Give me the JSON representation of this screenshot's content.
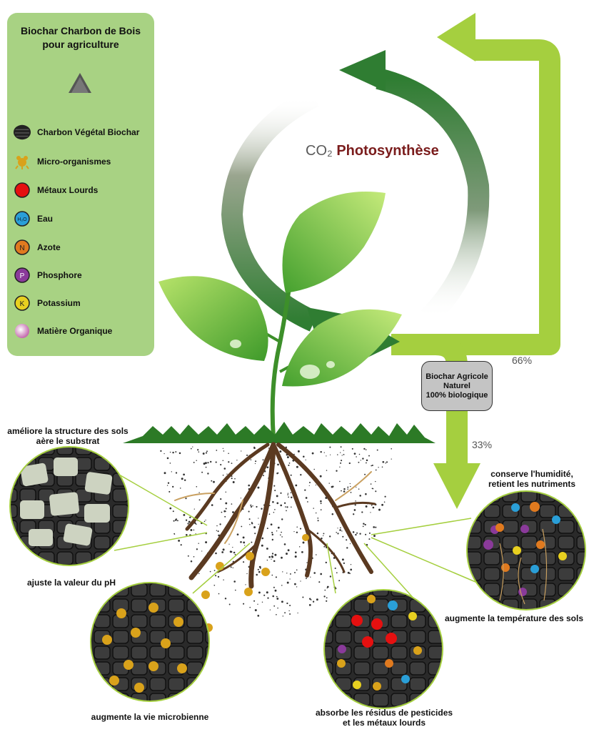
{
  "legend": {
    "title_line1": "Biochar Charbon de Bois",
    "title_line2": "pour agriculture",
    "items": [
      {
        "label": "Charbon Végétal Biochar",
        "icon": "charcoal-icon",
        "color": "#222222"
      },
      {
        "label": "Micro-organismes",
        "icon": "microorganism-icon",
        "color": "#d9a21b"
      },
      {
        "label": "Métaux Lourds",
        "icon": "heavy-metal-icon",
        "color": "#e51010"
      },
      {
        "label": "Eau",
        "icon": "water-icon",
        "color": "#2a9fd8",
        "symbol": "H₂O"
      },
      {
        "label": "Azote",
        "icon": "nitrogen-icon",
        "color": "#e07a1f",
        "symbol": "N"
      },
      {
        "label": "Phosphore",
        "icon": "phosphorus-icon",
        "color": "#8a3a9a",
        "symbol": "P"
      },
      {
        "label": "Potassium",
        "icon": "potassium-icon",
        "color": "#e8d020",
        "symbol": "K"
      },
      {
        "label": "Matière Organique",
        "icon": "organic-matter-icon",
        "color": "#e8a8d8"
      }
    ]
  },
  "cycle": {
    "co2": "CO₂",
    "photosynthesis": "Photosynthèse"
  },
  "flow": {
    "box_line1": "Biochar Agricole",
    "box_line2": "Naturel",
    "box_line3": "100% biologique",
    "pct_return": "66%",
    "pct_soil": "33%"
  },
  "benefits": {
    "structure_line1": "améliore la structure des sols",
    "structure_line2": "aère le substrat",
    "ph": "ajuste la valeur du pH",
    "microbial": "augmente la vie microbienne",
    "absorb_line1": "absorbe les résidus de pesticides",
    "absorb_line2": "et les métaux lourds",
    "temperature": "augmente la température des sols",
    "humidity_line1": "conserve l'humidité,",
    "humidity_line2": "retient les nutriments"
  },
  "colors": {
    "light_green": "#a5cf3f",
    "dark_green": "#2f7d32",
    "legend_bg": "#a8d283",
    "root_brown": "#5b3a21",
    "photosynthesis_red": "#7a1c1c"
  }
}
